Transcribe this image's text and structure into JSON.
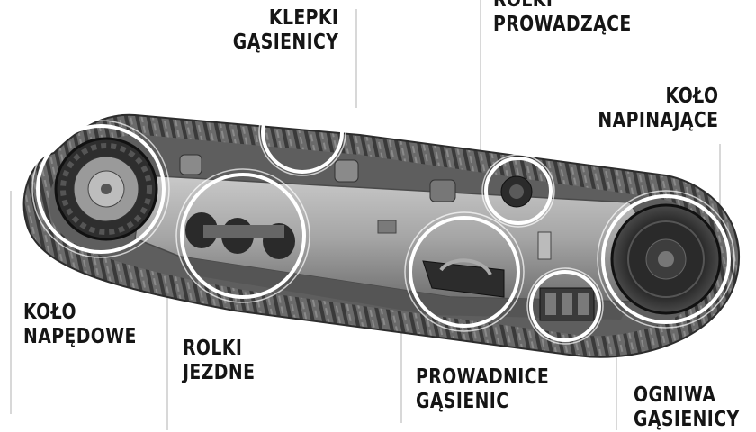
{
  "labels": {
    "klepki": [
      "KLEPKI",
      "GĄSIENICY"
    ],
    "rolki_prowadzace": [
      "ROLKI",
      "PROWADZĄCE"
    ],
    "kolo_napinajace": [
      "KOŁO",
      "NAPINAJĄCE"
    ],
    "kolo_napedowe": [
      "KOŁO",
      "NAPĘDOWE"
    ],
    "rolki_jezdne": [
      "ROLKI",
      "JEZDNE"
    ],
    "prowadnice": [
      "PROWADNICE",
      "GĄSIENIC"
    ],
    "ogniwa": [
      "OGNIWA",
      "GĄSIENICY"
    ]
  },
  "colors": {
    "text": "#151515",
    "track": "#5a5a5a",
    "frame": "#9a9a9a",
    "highlight_ring": "#ffffff",
    "leader_line": "#bdbdbd"
  }
}
